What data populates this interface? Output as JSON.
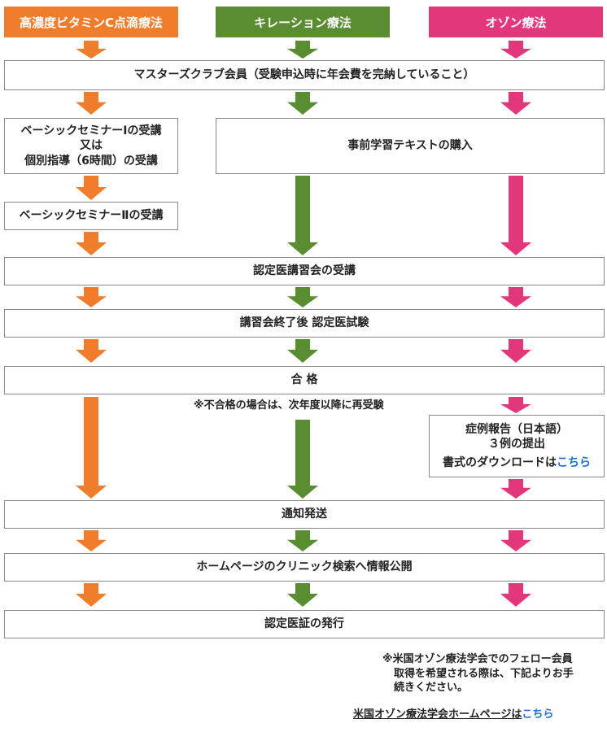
{
  "colors": {
    "orange": "#ef7d2c",
    "green": "#5a8c32",
    "pink": "#e2387b",
    "link": "#1c6fd1"
  },
  "headers": {
    "vitamin_c": "高濃度ビタミンC点滴療法",
    "chelation": "キレーション療法",
    "ozone": "オゾン療法"
  },
  "steps": {
    "membership": "マスターズクラブ会員（受験申込時に年会費を完納していること）",
    "seminar1_line1": "ベーシックセミナーⅠの受講",
    "seminar1_line2": "又は",
    "seminar1_line3": "個別指導（6時間）の受講",
    "seminar2": "ベーシックセミナーⅡの受講",
    "textbook": "事前学習テキストの購入",
    "lecture": "認定医講習会の受講",
    "exam": "講習会終了後 認定医試験",
    "pass": "合 格",
    "pass_note": "※不合格の場合は、次年度以降に再受験",
    "case_line1": "症例報告（日本語）",
    "case_line2": "３例の提出",
    "case_link_prefix": "書式のダウンロードは",
    "case_link": "こちら",
    "notice": "通知発送",
    "publish": "ホームページのクリニック検索へ情報公開",
    "certificate": "認定医証の発行"
  },
  "footer": {
    "note_line1": "※米国オゾン療法学会でのフェロー会員",
    "note_line2": "取得を希望される際は、下記よりお手",
    "note_line3": "続きください。",
    "link_prefix": "米国オゾン療法学会ホームページは",
    "link": "こちら"
  }
}
